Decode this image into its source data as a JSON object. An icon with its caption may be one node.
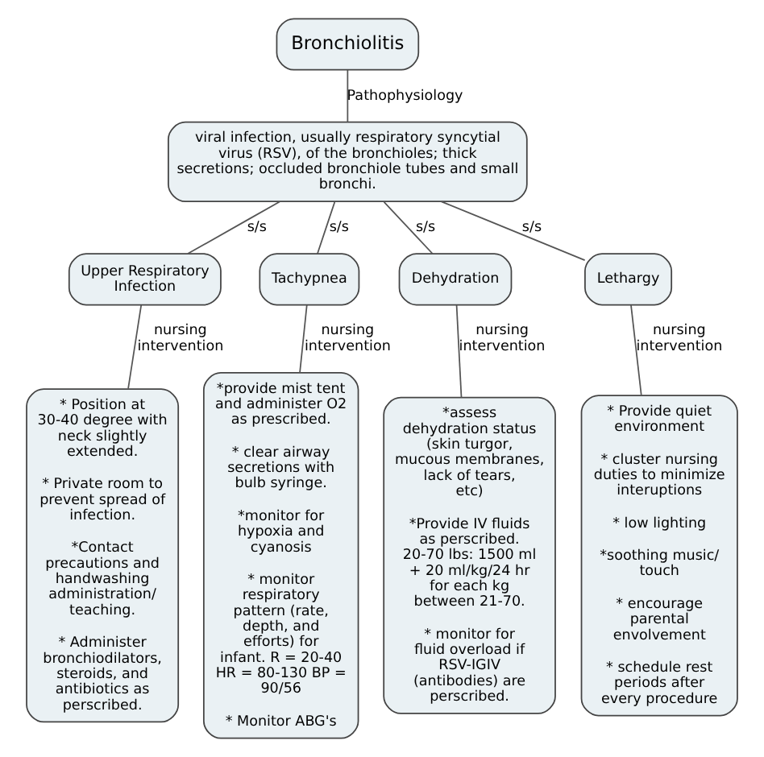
{
  "diagram": {
    "nodes": [
      {
        "text": [
          "Bronchiolitis"
        ]
      },
      {
        "text": [
          "viral infection, usually respiratory syncytial virus (RSV), of the bronchioles; thick secretions; occluded bronchiole tubes and small bronchi."
        ]
      },
      {
        "text": [
          "Upper Respiratory Infection"
        ]
      },
      {
        "text": [
          "Tachypnea"
        ]
      },
      {
        "text": [
          "Dehydration"
        ]
      },
      {
        "text": [
          "Lethargy"
        ]
      },
      {
        "text": [
          "* Position at 30-40 degree with neck slightly extended.",
          "* Private room to prevent spread of infection.",
          "*Contact precautions and handwashing administration/ teaching.",
          "* Administer bronchiodilators, steroids, and antibiotics as perscribed."
        ]
      },
      {
        "text": [
          "*provide mist tent and administer O2 as prescribed.",
          "* clear airway secretions with bulb syringe.",
          "*monitor for hypoxia and cyanosis",
          "* monitor respiratory pattern (rate, depth, and efforts) for infant. R = 20-40 HR = 80-130 BP = 90/56",
          "* Monitor ABG's"
        ]
      },
      {
        "text": [
          "*assess dehydration status (skin turgor, mucous membranes, lack of tears, etc)",
          "*Provide IV fluids as perscribed. 20-70 lbs: 1500 ml + 20 ml/kg/24 hr for each kg between 21-70.",
          "* monitor for fluid overload if RSV-IGIV (antibodies) are perscribed."
        ]
      },
      {
        "text": [
          "* Provide quiet environment",
          "* cluster nursing duties to minimize interuptions",
          "* low lighting",
          "*soothing music/ touch",
          "* encourage parental envolvement",
          "* schedule rest periods after every procedure"
        ]
      }
    ],
    "edges": [
      {
        "from": 0,
        "to": 1,
        "arrow": "none",
        "label": "Pathophysiology"
      },
      {
        "from": 1,
        "to": 2,
        "arrow": "none",
        "label": "s/s"
      },
      {
        "from": 1,
        "to": 3,
        "arrow": "none",
        "label": "s/s"
      },
      {
        "from": 1,
        "to": 4,
        "arrow": "none",
        "label": "s/s"
      },
      {
        "from": 1,
        "to": 5,
        "arrow": "none",
        "label": "s/s"
      },
      {
        "from": 2,
        "to": 6,
        "arrow": "none",
        "label": "nursing intervention"
      },
      {
        "from": 3,
        "to": 7,
        "arrow": "none",
        "label": "nursing intervention"
      },
      {
        "from": 4,
        "to": 8,
        "arrow": "none",
        "label": "nursing intervention"
      },
      {
        "from": 5,
        "to": 9,
        "arrow": "none",
        "label": "nursing intervention"
      }
    ]
  }
}
